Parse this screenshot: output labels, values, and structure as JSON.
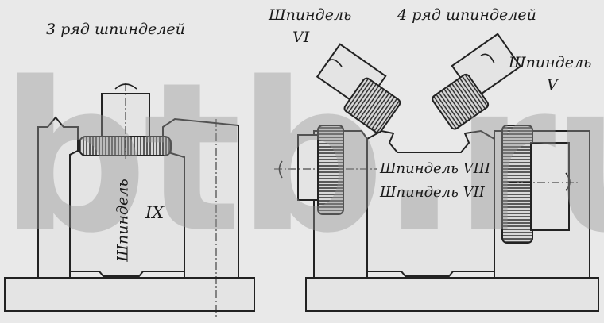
{
  "labels": {
    "row3": "3 ряд шпинделей",
    "row4": "4 ряд шпинделей",
    "spindle_vi_name": "Шпиндель",
    "spindle_vi_num": "VI",
    "spindle_v_name": "Шпиндель",
    "spindle_v_num": "V",
    "spindle_viii": "Шпиндель VIII",
    "spindle_vii": "Шпиндель VII",
    "spindle_ix_name": "Шпиндель",
    "spindle_ix_num": "IX"
  },
  "watermark": "btb.ru",
  "colors": {
    "background": "#e9e9e9",
    "ink": "#1a1a1a",
    "watermark": "#969696"
  }
}
